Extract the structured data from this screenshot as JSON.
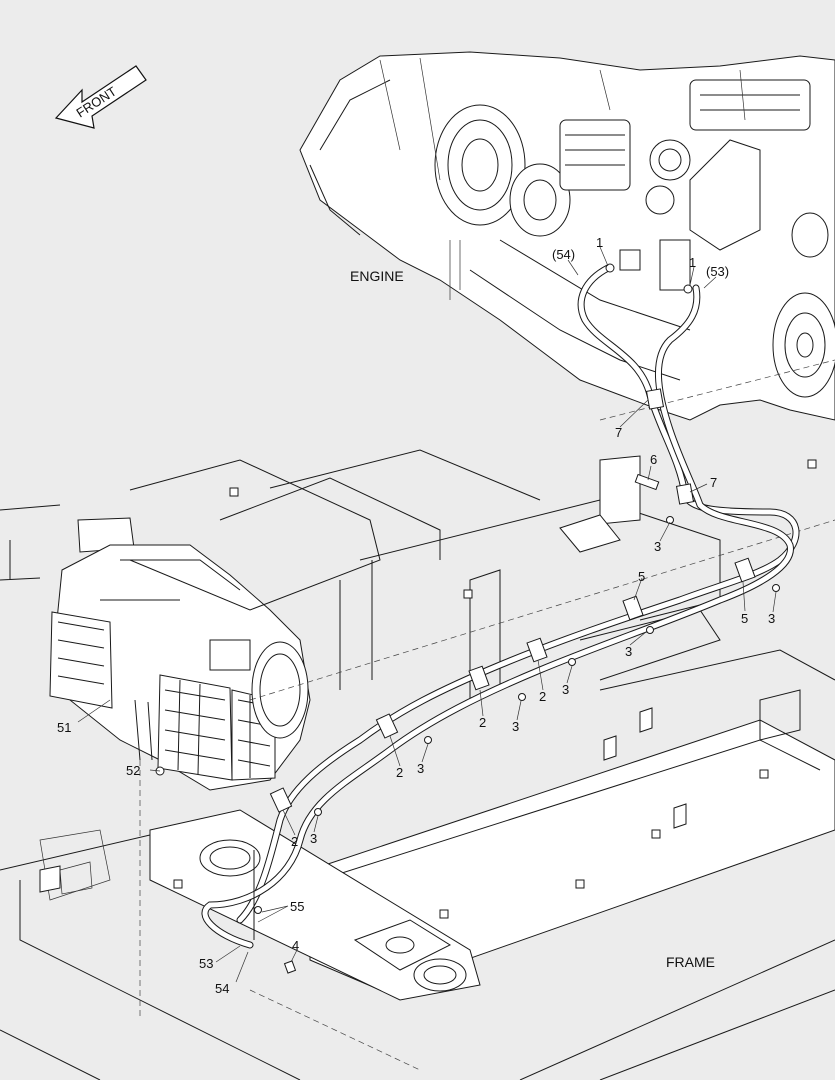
{
  "direction_arrow": {
    "label": "FRONT"
  },
  "section_labels": {
    "engine": "ENGINE",
    "frame": "FRAME"
  },
  "callouts": {
    "c1a": "1",
    "c1b": "1",
    "c53p": "(53)",
    "c54p": "(54)",
    "c7a": "7",
    "c7b": "7",
    "c6": "6",
    "c3a": "3",
    "c3b": "3",
    "c3c": "3",
    "c3d": "3",
    "c3e": "3",
    "c3f": "3",
    "c3g": "3",
    "c5a": "5",
    "c5b": "5",
    "c2a": "2",
    "c2b": "2",
    "c2c": "2",
    "c2d": "2",
    "c51": "51",
    "c52": "52",
    "c53": "53",
    "c54": "54",
    "c55": "55",
    "c4": "4"
  }
}
